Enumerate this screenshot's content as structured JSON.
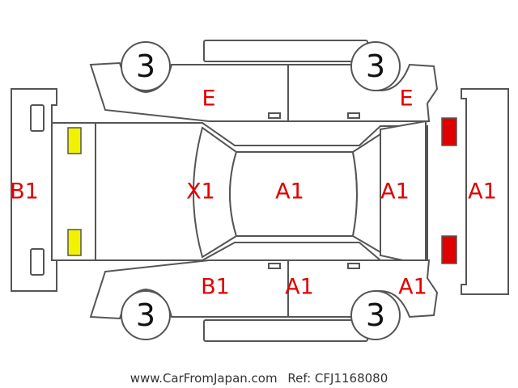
{
  "tires": {
    "front_left": "3",
    "front_right": "3",
    "rear_left": "3",
    "rear_right": "3"
  },
  "damage_codes": {
    "left_fender": "E",
    "right_door": "E",
    "rear_bumper": "B1",
    "rear_window": "X1",
    "roof": "A1",
    "hood": "A1",
    "front_bumper": "A1",
    "left_rear_door": "B1",
    "left_front_door": "A1",
    "left_front_fender": "A1"
  },
  "markers": {
    "rear_lights_color": "#f2f200",
    "front_lights_color": "#e00000"
  },
  "footer": {
    "site": "www.CarFromJapan.com",
    "ref": "Ref: CFJ1168080"
  }
}
